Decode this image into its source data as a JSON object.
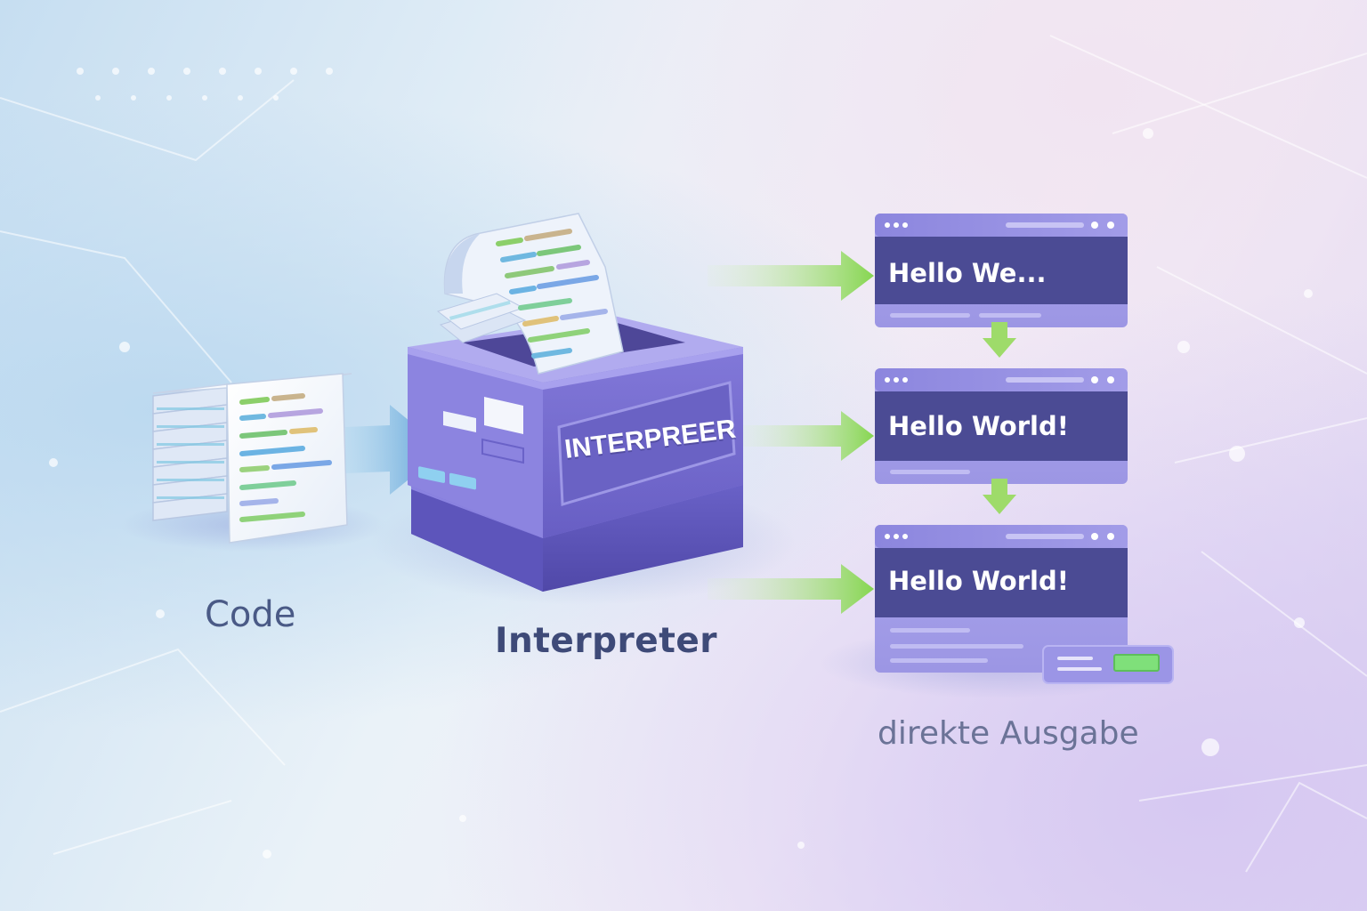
{
  "labels": {
    "code": "Code",
    "interpreter": "Interpreter",
    "output": "direkte Ausgabe"
  },
  "interpreter_box": {
    "label": "INTERPREER"
  },
  "output_windows": [
    {
      "text": "Hello We..."
    },
    {
      "text": "Hello World!"
    },
    {
      "text": "Hello World!"
    }
  ],
  "colors": {
    "box_purple": "#7f76d6",
    "window_header": "#8f8ae0",
    "window_body": "#4a4a92",
    "arrow_green": "#8ed65a",
    "arrow_blue": "#5a9fd6",
    "label_dark": "#3e4a78"
  }
}
